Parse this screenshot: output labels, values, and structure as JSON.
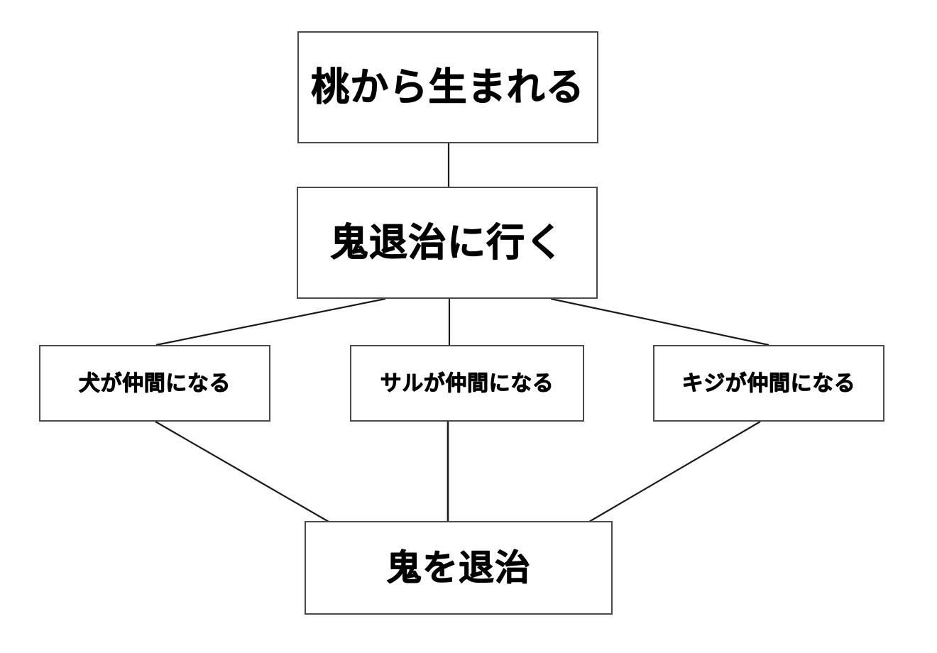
{
  "diagram": {
    "type": "flowchart",
    "title": "",
    "background_color": "#ffffff",
    "node_border_color": "#4a4a4a",
    "edge_color": "#1a1a1a",
    "text_color": "#000000",
    "nodes": [
      {
        "id": "birth",
        "label": "桃から生まれる",
        "level": 0
      },
      {
        "id": "journey",
        "label": "鬼退治に行く",
        "level": 1
      },
      {
        "id": "dog",
        "label": "犬が仲間になる",
        "level": 2
      },
      {
        "id": "monkey",
        "label": "サルが仲間になる",
        "level": 2
      },
      {
        "id": "pheasant",
        "label": "キジが仲間になる",
        "level": 2
      },
      {
        "id": "defeat",
        "label": "鬼を退治",
        "level": 3
      }
    ],
    "edges": [
      {
        "from": "birth",
        "to": "journey",
        "style": "straight-vertical"
      },
      {
        "from": "journey",
        "to": "dog",
        "style": "diagonal-left"
      },
      {
        "from": "journey",
        "to": "monkey",
        "style": "straight-vertical"
      },
      {
        "from": "journey",
        "to": "pheasant",
        "style": "diagonal-right"
      },
      {
        "from": "dog",
        "to": "defeat",
        "style": "diagonal-right-down"
      },
      {
        "from": "monkey",
        "to": "defeat",
        "style": "straight-vertical"
      },
      {
        "from": "pheasant",
        "to": "defeat",
        "style": "diagonal-left-down"
      }
    ]
  }
}
